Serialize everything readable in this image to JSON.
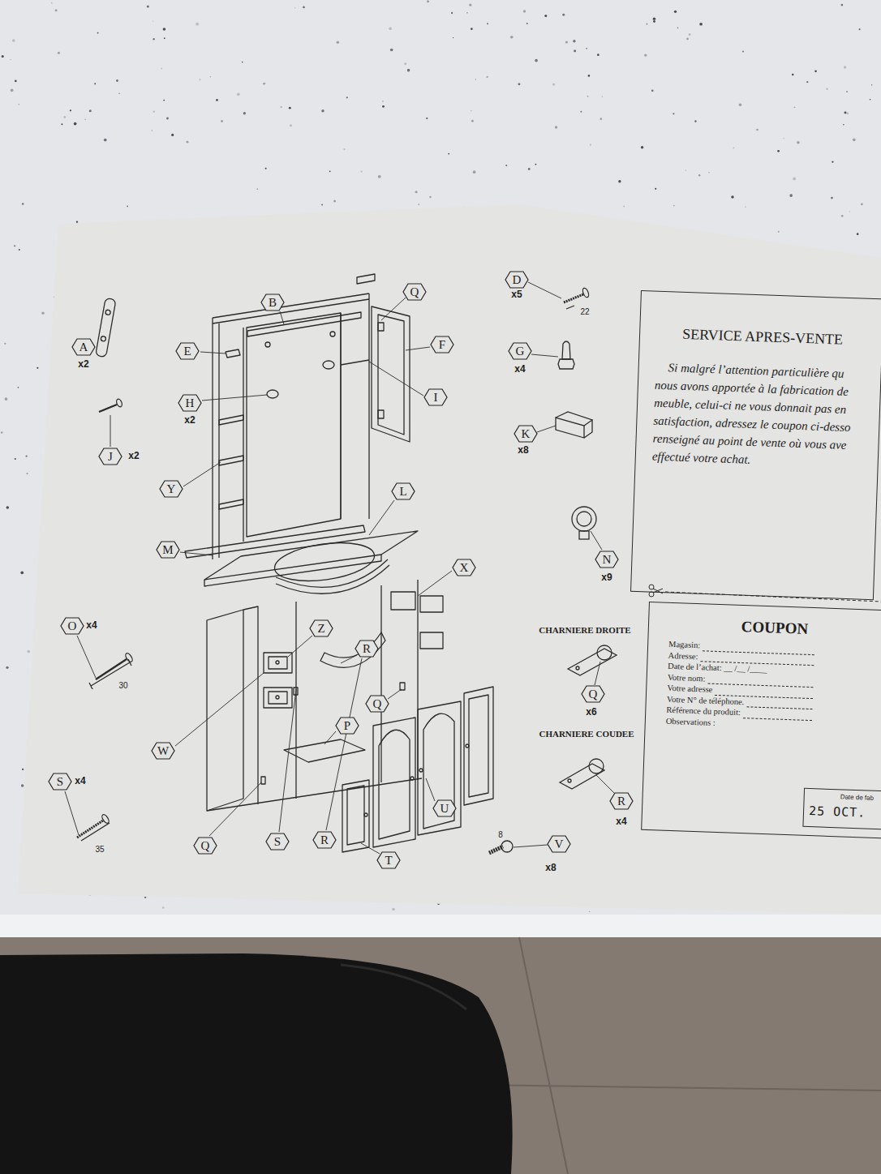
{
  "diagram": {
    "nodes": [
      {
        "text": [
          "B"
        ]
      },
      {
        "text": [
          "Q"
        ]
      },
      {
        "text": [
          "D"
        ]
      },
      {
        "text": [
          "A"
        ]
      },
      {
        "text": [
          "E"
        ]
      },
      {
        "text": [
          "F"
        ]
      },
      {
        "text": [
          "G"
        ]
      },
      {
        "text": [
          "H"
        ]
      },
      {
        "text": [
          "I"
        ]
      },
      {
        "text": [
          "K"
        ]
      },
      {
        "text": [
          "J"
        ]
      },
      {
        "text": [
          "Y"
        ]
      },
      {
        "text": [
          "L"
        ]
      },
      {
        "text": [
          "M"
        ]
      },
      {
        "text": [
          "N"
        ]
      },
      {
        "text": [
          "X"
        ]
      },
      {
        "text": [
          "O"
        ]
      },
      {
        "text": [
          "Z"
        ]
      },
      {
        "text": [
          "R"
        ]
      },
      {
        "text": [
          "Q"
        ]
      },
      {
        "text": [
          "Q"
        ]
      },
      {
        "text": [
          "P"
        ]
      },
      {
        "text": [
          "W"
        ]
      },
      {
        "text": [
          "S"
        ]
      },
      {
        "text": [
          "R"
        ]
      },
      {
        "text": [
          "U"
        ]
      },
      {
        "text": [
          "S"
        ]
      },
      {
        "text": [
          "R"
        ]
      },
      {
        "text": [
          "V"
        ]
      },
      {
        "text": [
          "Q"
        ]
      },
      {
        "text": [
          "T"
        ]
      },
      {
        "text": [
          "SERVICE APRES-VENTE",
          "Si malgré l’attention particulière qu nous avons apportée à la fabrication de meuble, celui-ci ne vous donnait pas en satisfaction, adressez le coupon ci-desso renseigné au point de vente où vous ave effectué votre achat."
        ]
      },
      {
        "text": [
          "COUPON",
          "Magasin:",
          "Adresse:",
          "Date de l’achat: __ /__ /____",
          "Votre nom:",
          "Votre adresse",
          "Votre N° de téléphone.",
          "Référence du produit:",
          "Observations :"
        ]
      },
      {
        "text": [
          "Date de fab",
          "25 OCT."
        ],
        "in": 32
      }
    ],
    "labels": [
      "x2",
      "x2",
      "x2",
      "x4",
      "x4",
      "x5",
      "22",
      "x4",
      "x8",
      "x9",
      "30",
      "35",
      "8",
      "x8",
      "CHARNIERE DROITE",
      "x6",
      "CHARNIERE COUDEE",
      "x4"
    ]
  }
}
